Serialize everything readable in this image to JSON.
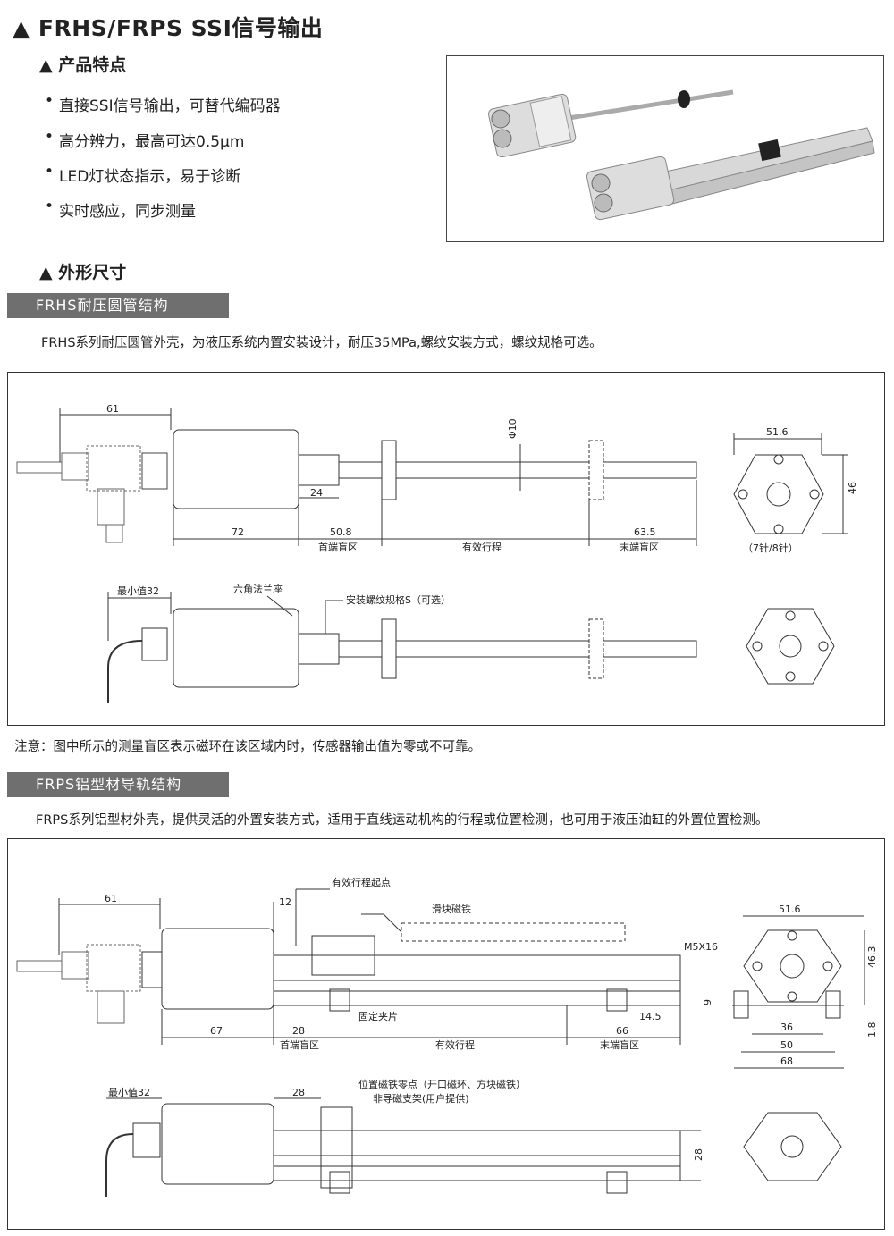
{
  "title": "▲ FRHS/FRPS SSI信号输出",
  "features": {
    "heading": "▲ 产品特点",
    "items": [
      "直接SSI信号输出，可替代编码器",
      "高分辨力，最高可达0.5μm",
      "LED灯状态指示，易于诊断",
      "实时感应，同步测量"
    ]
  },
  "dimensions_heading": "▲ 外形尺寸",
  "frhs": {
    "bar": "FRHS耐压圆管结构",
    "desc": "FRHS系列耐压圆管外壳，为液压系统内置安装设计，耐压35MPa,螺纹安装方式，螺纹规格可选。",
    "labels": {
      "d61": "61",
      "phi10": "Φ10",
      "d24": "24",
      "d72": "72",
      "d508": "50.8",
      "d635": "63.5",
      "zone_start": "首端盲区",
      "zone_stroke": "有效行程",
      "zone_end": "末端盲区",
      "w516": "51.6",
      "h46": "46",
      "pins": "（7针/8针）",
      "min32": "最小值32",
      "hex_flange": "六角法兰座",
      "thread": "安装螺纹规格S（可选）"
    }
  },
  "note": "注意：图中所示的测量盲区表示磁环在该区域内时，传感器输出值为零或不可靠。",
  "frps": {
    "bar": "FRPS铝型材导轨结构",
    "desc": "FRPS系列铝型材外壳，提供灵活的外置安装方式，适用于直线运动机构的行程或位置检测，也可用于液压油缸的外置位置检测。",
    "labels": {
      "d61": "61",
      "stroke_start": "有效行程起点",
      "d12": "12",
      "slider": "滑块磁铁",
      "clamp": "固定夹片",
      "d145": "14.5",
      "d67": "67",
      "d28": "28",
      "d66": "66",
      "zone_start": "首端盲区",
      "zone_stroke": "有效行程",
      "zone_end": "末端盲区",
      "w516": "51.6",
      "m5": "M5X16",
      "h463": "46.3",
      "d9": "9",
      "d18": "1.8",
      "d36": "36",
      "d50": "50",
      "d68": "68",
      "min32": "最小值32",
      "d28b": "28",
      "zero": "位置磁铁零点（开口磁环、方块磁铁）",
      "bracket": "非导磁支架(用户提供)",
      "d28c": "28"
    }
  }
}
